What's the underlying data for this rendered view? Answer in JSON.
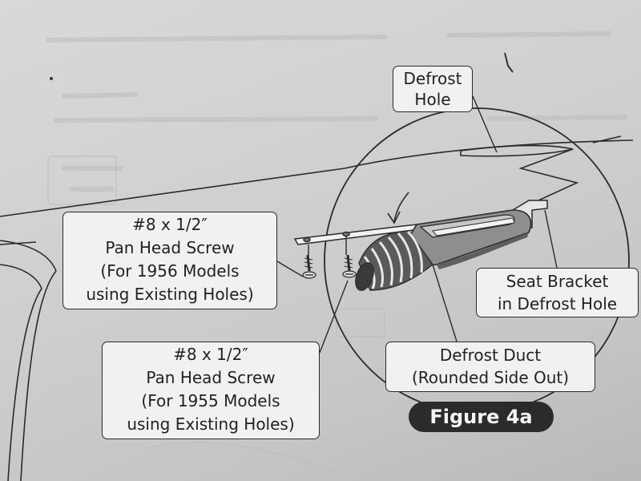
{
  "callouts": {
    "defrost_hole": [
      "Defrost",
      "Hole"
    ],
    "screw_1956": [
      "#8 x 1/2″",
      "Pan Head Screw",
      "(For 1956 Models",
      "using Existing Holes)"
    ],
    "screw_1955": [
      "#8 x 1/2″",
      "Pan Head Screw",
      "(For 1955 Models",
      "using Existing Holes)"
    ],
    "seat_bracket": [
      "Seat Bracket",
      "in Defrost Hole"
    ],
    "defrost_duct": [
      "Defrost Duct",
      "(Rounded Side Out)"
    ]
  },
  "figure_label": "Figure 4a",
  "colors": {
    "paper": "#d4d4d4",
    "ink": "#2a2a2a",
    "callout_fill": "#f1f1f1",
    "figure_badge": "#2b2b2b"
  }
}
